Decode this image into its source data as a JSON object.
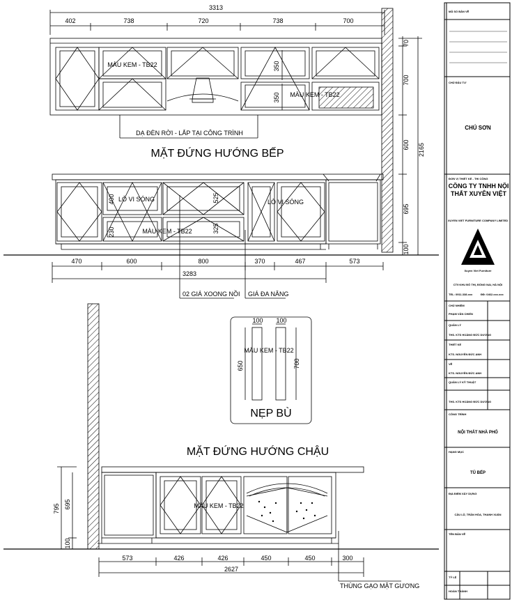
{
  "drawing": {
    "kitchen_title": "MẶT ĐỨNG HƯỚNG BẾP",
    "sink_title": "MẶT ĐỨNG HƯỚNG CHẬU",
    "trim_title": "NẸP BÙ",
    "labels": {
      "color_upper_left": "MÀU KEM - TB22",
      "color_upper_right": "MÀU KEM - TB22",
      "color_lower": "MÀU KEM - TB22",
      "color_sink": "MÀU KEM - TB22",
      "color_trim": "MÀU KEM - TB22",
      "light_note": "DẠ ĐÈN RỜI - LẮP TẠI CÔNG TRÌNH",
      "oven_left": "LÒ VI SÓNG",
      "oven_right": "LÒ VI SÓNG",
      "pot_rack": "02 GIÁ XOONG NỒI",
      "multi_rack": "GIÁ ĐA NĂNG",
      "rice_bin": "THÙNG GẠO MẶT GƯƠNG"
    },
    "dims_top": {
      "total": "3313",
      "d1": "402",
      "d2": "738",
      "d3": "720",
      "d4": "738",
      "d5": "700"
    },
    "dims_kitchen_bottom": {
      "d1": "470",
      "d2": "600",
      "d3": "800",
      "d4": "370",
      "d5": "467",
      "d6": "573",
      "total": "3283"
    },
    "dims_right": {
      "r1": "70",
      "r2": "700",
      "r3": "600",
      "r4": "695",
      "r5": "100",
      "total": "2165"
    },
    "dims_inner": {
      "v350a": "350",
      "v350b": "350",
      "v400": "400",
      "v230": "230",
      "v525a": "525",
      "v525b": "325"
    },
    "dims_trim": {
      "w1": "100",
      "w2": "100",
      "h1": "650",
      "h2": "700"
    },
    "dims_sink": {
      "d1": "573",
      "d2": "426",
      "d3": "426",
      "d4": "450",
      "d5": "450",
      "d6": "300",
      "total": "2627",
      "h_total": "795",
      "h_cab": "695",
      "h_base": "100"
    }
  },
  "title_block": {
    "r1": "MÃ SỐ BẢN VẼ",
    "r2_label": "CHỦ ĐẦU TƯ",
    "owner": "CHÚ SƠN",
    "firm_label": "ĐƠN VỊ THIẾT KẾ - THI CÔNG",
    "company": "CÔNG TY TNHH NỘI THẤT XUYÊN VIỆT",
    "company_en": "XUYEN VIET FURNITURE COMPANY LIMITED",
    "logo_caption": "Xuyen Viet Furniture",
    "address": "CT9 KHU ĐÔ THỊ, ĐỒNG NAI, HÀ NỘI",
    "tel": "TEL: 0911.338.xxx",
    "fax": "ĐĐ: 0462.xxx.xxx",
    "roles": [
      {
        "role": "CHỦ NHIỆM",
        "name": "PHẠM VĂN CHIẾN"
      },
      {
        "role": "QUẢN LÝ",
        "name": "THS. KTS HOÀNG ĐỨC DƯƠNG"
      },
      {
        "role": "THIẾT KẾ",
        "name": "KTS. NGUYỄN ĐỨC ANH"
      },
      {
        "role": "VẼ",
        "name": "KTS. NGUYỄN ĐỨC ANH"
      },
      {
        "role": "QUẢN LÝ KỸ THUẬT",
        "name": "THS. KTS HOÀNG ĐỨC DƯƠNG"
      }
    ],
    "project_label": "CÔNG TRÌNH",
    "project": "NỘI THẤT NHÀ PHỐ",
    "item_label": "HẠNG MỤC",
    "item": "TỦ BẾP",
    "location_label": "ĐỊA ĐIỂM XÂY DỰNG",
    "location": "CẦU LŨ, TRẦN HÒA, THANH XUÂN",
    "sheet_label": "TÊN BẢN VẼ",
    "scale_label": "TỶ LỆ",
    "date_label": "HOÀN THÀNH"
  }
}
